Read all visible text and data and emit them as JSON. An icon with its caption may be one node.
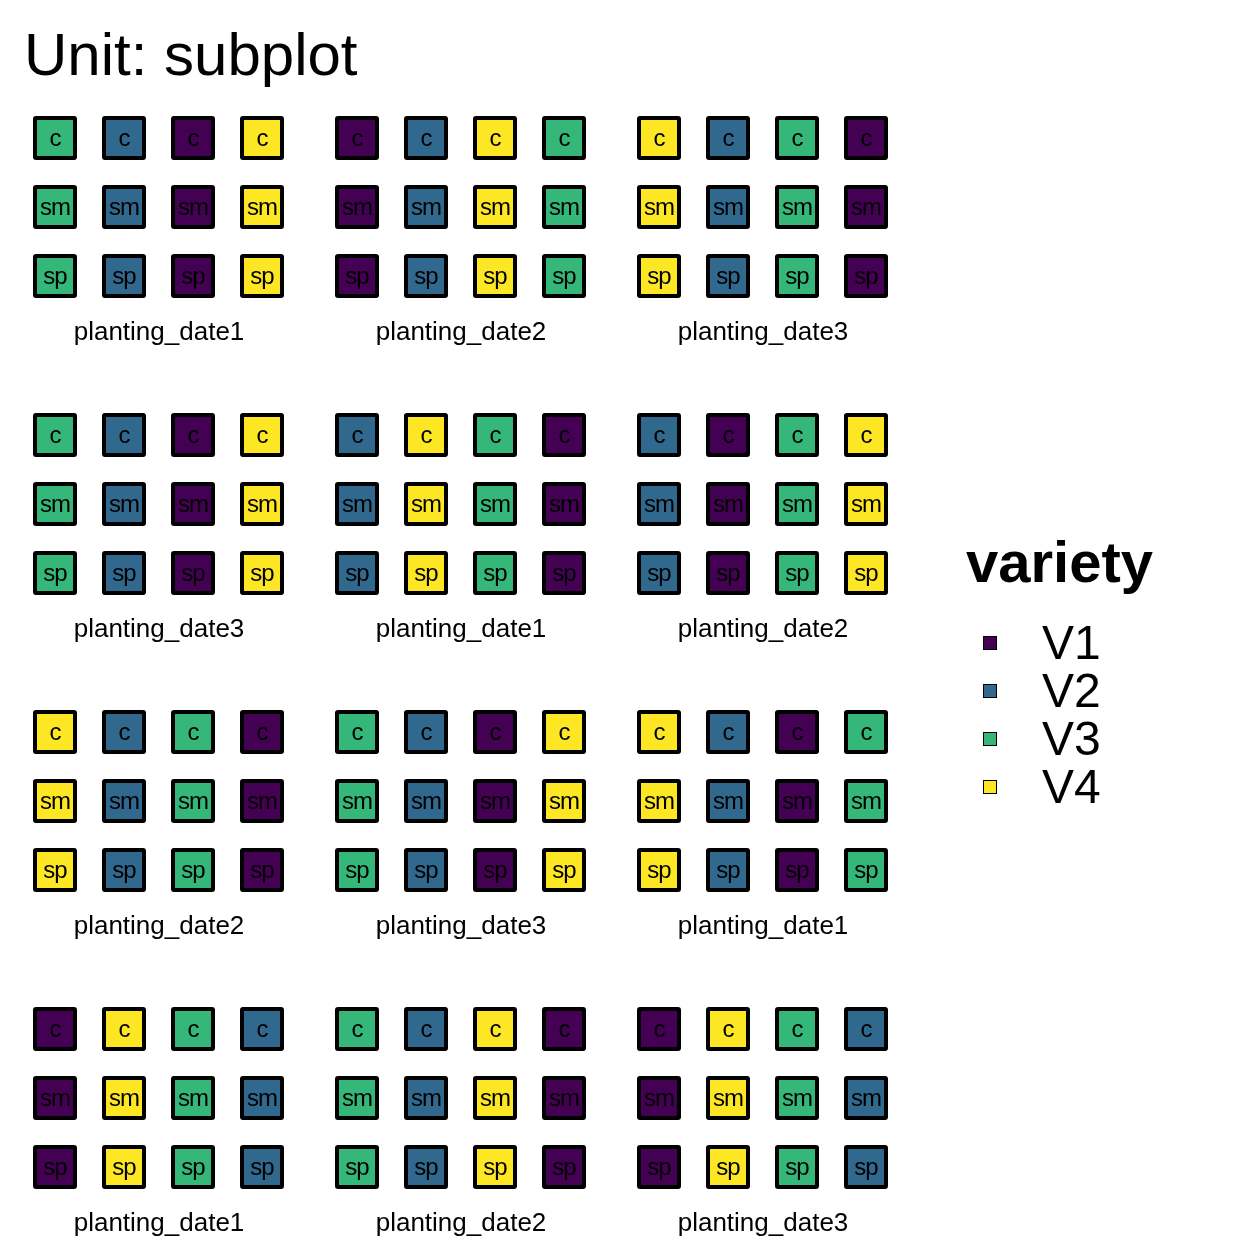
{
  "diagram": {
    "title": "Unit: subplot",
    "nodes": [
      {
        "text": [
          "c"
        ]
      },
      {
        "text": [
          "c"
        ]
      },
      {
        "text": [
          "c"
        ]
      },
      {
        "text": [
          "c"
        ]
      },
      {
        "text": [
          "sm"
        ]
      },
      {
        "text": [
          "sm"
        ]
      },
      {
        "text": [
          "sm"
        ]
      },
      {
        "text": [
          "sm"
        ]
      },
      {
        "text": [
          "sp"
        ]
      },
      {
        "text": [
          "sp"
        ]
      },
      {
        "text": [
          "sp"
        ]
      },
      {
        "text": [
          "sp"
        ]
      },
      {
        "text": [
          "c"
        ]
      },
      {
        "text": [
          "c"
        ]
      },
      {
        "text": [
          "c"
        ]
      },
      {
        "text": [
          "c"
        ]
      },
      {
        "text": [
          "sm"
        ]
      },
      {
        "text": [
          "sm"
        ]
      },
      {
        "text": [
          "sm"
        ]
      },
      {
        "text": [
          "sm"
        ]
      },
      {
        "text": [
          "sp"
        ]
      },
      {
        "text": [
          "sp"
        ]
      },
      {
        "text": [
          "sp"
        ]
      },
      {
        "text": [
          "sp"
        ]
      },
      {
        "text": [
          "c"
        ]
      },
      {
        "text": [
          "c"
        ]
      },
      {
        "text": [
          "c"
        ]
      },
      {
        "text": [
          "c"
        ]
      },
      {
        "text": [
          "sm"
        ]
      },
      {
        "text": [
          "sm"
        ]
      },
      {
        "text": [
          "sm"
        ]
      },
      {
        "text": [
          "sm"
        ]
      },
      {
        "text": [
          "sp"
        ]
      },
      {
        "text": [
          "sp"
        ]
      },
      {
        "text": [
          "sp"
        ]
      },
      {
        "text": [
          "sp"
        ]
      },
      {
        "text": [
          "c"
        ]
      },
      {
        "text": [
          "c"
        ]
      },
      {
        "text": [
          "c"
        ]
      },
      {
        "text": [
          "c"
        ]
      },
      {
        "text": [
          "sm"
        ]
      },
      {
        "text": [
          "sm"
        ]
      },
      {
        "text": [
          "sm"
        ]
      },
      {
        "text": [
          "sm"
        ]
      },
      {
        "text": [
          "sp"
        ]
      },
      {
        "text": [
          "sp"
        ]
      },
      {
        "text": [
          "sp"
        ]
      },
      {
        "text": [
          "sp"
        ]
      },
      {
        "text": [
          "c"
        ]
      },
      {
        "text": [
          "c"
        ]
      },
      {
        "text": [
          "c"
        ]
      },
      {
        "text": [
          "c"
        ]
      },
      {
        "text": [
          "sm"
        ]
      },
      {
        "text": [
          "sm"
        ]
      },
      {
        "text": [
          "sm"
        ]
      },
      {
        "text": [
          "sm"
        ]
      },
      {
        "text": [
          "sp"
        ]
      },
      {
        "text": [
          "sp"
        ]
      },
      {
        "text": [
          "sp"
        ]
      },
      {
        "text": [
          "sp"
        ]
      },
      {
        "text": [
          "c"
        ]
      },
      {
        "text": [
          "c"
        ]
      },
      {
        "text": [
          "c"
        ]
      },
      {
        "text": [
          "c"
        ]
      },
      {
        "text": [
          "sm"
        ]
      },
      {
        "text": [
          "sm"
        ]
      },
      {
        "text": [
          "sm"
        ]
      },
      {
        "text": [
          "sm"
        ]
      },
      {
        "text": [
          "sp"
        ]
      },
      {
        "text": [
          "sp"
        ]
      },
      {
        "text": [
          "sp"
        ]
      },
      {
        "text": [
          "sp"
        ]
      },
      {
        "text": [
          "c"
        ]
      },
      {
        "text": [
          "c"
        ]
      },
      {
        "text": [
          "c"
        ]
      },
      {
        "text": [
          "c"
        ]
      },
      {
        "text": [
          "sm"
        ]
      },
      {
        "text": [
          "sm"
        ]
      },
      {
        "text": [
          "sm"
        ]
      },
      {
        "text": [
          "sm"
        ]
      },
      {
        "text": [
          "sp"
        ]
      },
      {
        "text": [
          "sp"
        ]
      },
      {
        "text": [
          "sp"
        ]
      },
      {
        "text": [
          "sp"
        ]
      },
      {
        "text": [
          "c"
        ]
      },
      {
        "text": [
          "c"
        ]
      },
      {
        "text": [
          "c"
        ]
      },
      {
        "text": [
          "c"
        ]
      },
      {
        "text": [
          "sm"
        ]
      },
      {
        "text": [
          "sm"
        ]
      },
      {
        "text": [
          "sm"
        ]
      },
      {
        "text": [
          "sm"
        ]
      },
      {
        "text": [
          "sp"
        ]
      },
      {
        "text": [
          "sp"
        ]
      },
      {
        "text": [
          "sp"
        ]
      },
      {
        "text": [
          "sp"
        ]
      },
      {
        "text": [
          "c"
        ]
      },
      {
        "text": [
          "c"
        ]
      },
      {
        "text": [
          "c"
        ]
      },
      {
        "text": [
          "c"
        ]
      },
      {
        "text": [
          "sm"
        ]
      },
      {
        "text": [
          "sm"
        ]
      },
      {
        "text": [
          "sm"
        ]
      },
      {
        "text": [
          "sm"
        ]
      },
      {
        "text": [
          "sp"
        ]
      },
      {
        "text": [
          "sp"
        ]
      },
      {
        "text": [
          "sp"
        ]
      },
      {
        "text": [
          "sp"
        ]
      },
      {
        "text": [
          "c"
        ]
      },
      {
        "text": [
          "c"
        ]
      },
      {
        "text": [
          "c"
        ]
      },
      {
        "text": [
          "c"
        ]
      },
      {
        "text": [
          "sm"
        ]
      },
      {
        "text": [
          "sm"
        ]
      },
      {
        "text": [
          "sm"
        ]
      },
      {
        "text": [
          "sm"
        ]
      },
      {
        "text": [
          "sp"
        ]
      },
      {
        "text": [
          "sp"
        ]
      },
      {
        "text": [
          "sp"
        ]
      },
      {
        "text": [
          "sp"
        ]
      },
      {
        "text": [
          "c"
        ]
      },
      {
        "text": [
          "c"
        ]
      },
      {
        "text": [
          "c"
        ]
      },
      {
        "text": [
          "c"
        ]
      },
      {
        "text": [
          "sm"
        ]
      },
      {
        "text": [
          "sm"
        ]
      },
      {
        "text": [
          "sm"
        ]
      },
      {
        "text": [
          "sm"
        ]
      },
      {
        "text": [
          "sp"
        ]
      },
      {
        "text": [
          "sp"
        ]
      },
      {
        "text": [
          "sp"
        ]
      },
      {
        "text": [
          "sp"
        ]
      },
      {
        "text": [
          "c"
        ]
      },
      {
        "text": [
          "c"
        ]
      },
      {
        "text": [
          "c"
        ]
      },
      {
        "text": [
          "c"
        ]
      },
      {
        "text": [
          "sm"
        ]
      },
      {
        "text": [
          "sm"
        ]
      },
      {
        "text": [
          "sm"
        ]
      },
      {
        "text": [
          "sm"
        ]
      },
      {
        "text": [
          "sp"
        ]
      },
      {
        "text": [
          "sp"
        ]
      },
      {
        "text": [
          "sp"
        ]
      },
      {
        "text": [
          "sp"
        ]
      }
    ],
    "labels": [
      "planting_date1",
      "planting_date2",
      "planting_date3",
      "planting_date3",
      "planting_date1",
      "planting_date2",
      "planting_date2",
      "planting_date3",
      "planting_date1",
      "planting_date1",
      "planting_date2",
      "planting_date3",
      "variety"
    ],
    "legend": [
      {
        "text": "V1",
        "color": "#440154"
      },
      {
        "text": "V2",
        "color": "#31688e"
      },
      {
        "text": "V3",
        "color": "#35b779"
      },
      {
        "text": "V4",
        "color": "#fde725"
      }
    ]
  }
}
